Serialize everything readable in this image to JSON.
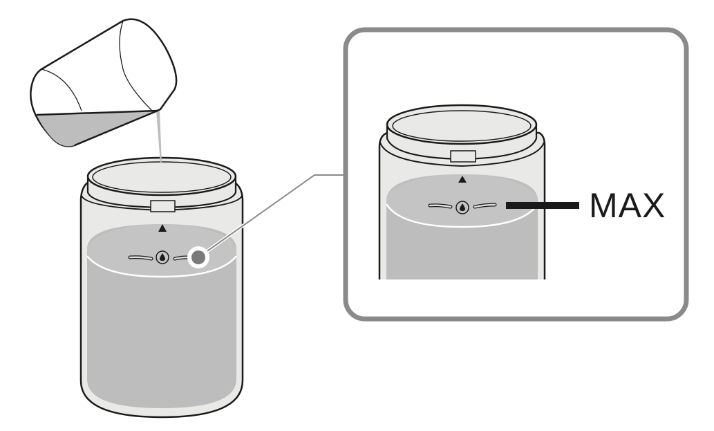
{
  "figure": {
    "kind": "instruction-illustration",
    "description": "Pouring water from a measuring cup into a water tank up to the MAX line"
  },
  "callout": {
    "label": "MAX"
  },
  "colors": {
    "outline": "#1a1a1a",
    "tank_body": "#e9e9e8",
    "water": "#bdbdbd",
    "water_surface": "#c4c4c4",
    "callout_border": "#8a8a8a",
    "leader_line": "#8a8a8a",
    "marker_dot": "#7a7a7a",
    "max_bar": "#1a1a1a",
    "background": "#ffffff"
  },
  "icons": {
    "water_drop": "water-drop-icon",
    "fill_arrow": "triangle-up-icon"
  }
}
